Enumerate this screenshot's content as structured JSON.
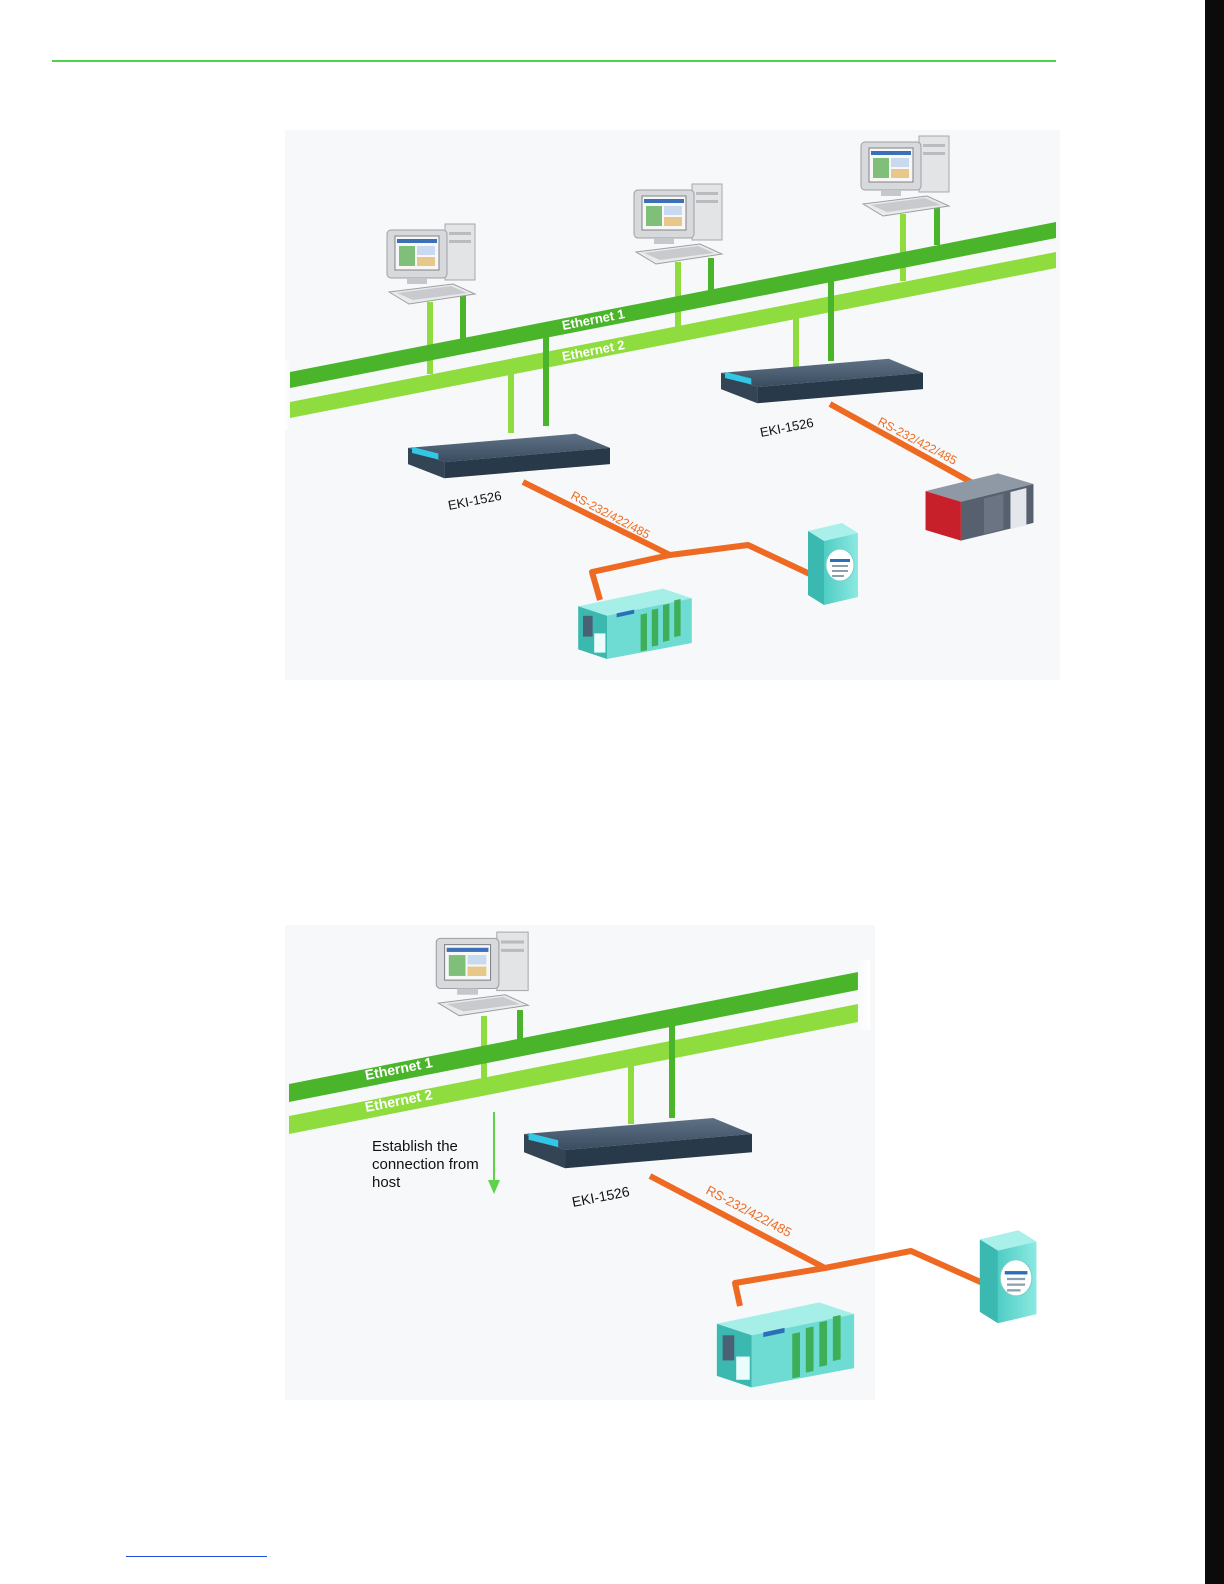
{
  "colors": {
    "rule": "#4fd14b",
    "ethernet_1": "#4ab52a",
    "ethernet_2": "#8fdc3e",
    "serial": "#ee6a22",
    "device_server": "#3f5368",
    "adam": "#5fd8d0"
  },
  "diagram_1": {
    "ethernet_1_label": "Ethernet 1",
    "ethernet_2_label": "Ethernet 2",
    "server_left_label": "EKI-1526",
    "server_right_label": "EKI-1526",
    "serial_left_label": "RS-232/422/485",
    "serial_right_label": "RS-232/422/485"
  },
  "diagram_2": {
    "ethernet_1_label": "Ethernet 1",
    "ethernet_2_label": "Ethernet 2",
    "server_label": "EKI-1526",
    "serial_label": "RS-232/422/485",
    "note_lines": [
      "Establish the",
      "connection from",
      "host"
    ]
  },
  "icons": [
    "host-computer-icon",
    "device-server-icon",
    "adam-module-icon",
    "adam-rack-icon",
    "plc-icon",
    "down-arrow-icon"
  ]
}
